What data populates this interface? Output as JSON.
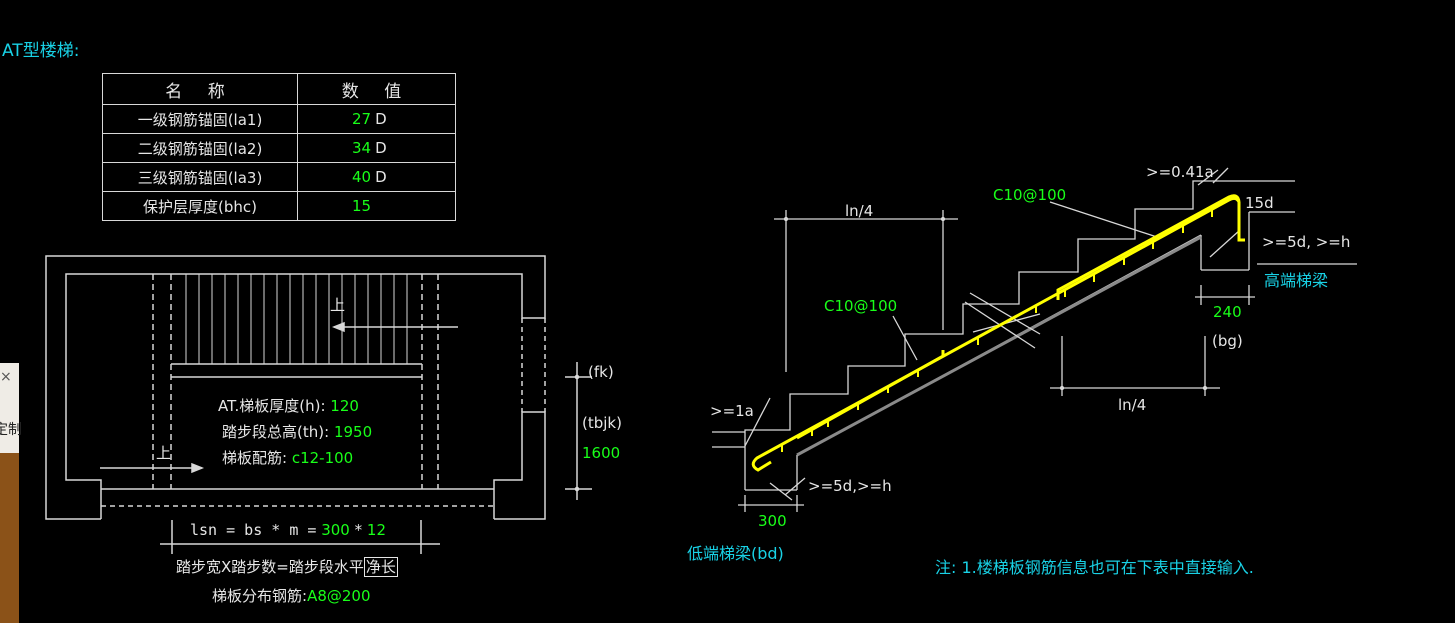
{
  "title": "AT型楼梯:",
  "table": {
    "header": [
      "名 称",
      "数 值"
    ],
    "rows": [
      {
        "name": "一级钢筋锚固(la1)",
        "value": "27",
        "unit": "D"
      },
      {
        "name": "二级钢筋锚固(la2)",
        "value": "34",
        "unit": "D"
      },
      {
        "name": "三级钢筋锚固(la3)",
        "value": "40",
        "unit": "D"
      },
      {
        "name": "保护层厚度(bhc)",
        "value": "15",
        "unit": ""
      }
    ]
  },
  "plan": {
    "up1": "上",
    "up2": "上",
    "thickness_label": "AT.梯板厚度(h):",
    "thickness_value": "120",
    "height_label": "踏步段总高(th):",
    "height_value": "1950",
    "rebar_label": "梯板配筋:",
    "rebar_value": "c12-100",
    "fk": "(fk)",
    "tbjk": "(tbjk)",
    "width_value": "1600",
    "lsn_label": "lsn = bs * m =",
    "bs_value": "300",
    "times": "*",
    "m_value": "12",
    "formula_text": "踏步宽X踏步数=踏步段水平",
    "formula_boxed": "净长",
    "dist_label": "梯板分布钢筋:",
    "dist_value": "A8@200"
  },
  "section": {
    "ln4_top": "ln/4",
    "ln4_bottom": "ln/4",
    "c10_top": "C10@100",
    "c10_mid": "C10@100",
    "la_top": ">=0.41a",
    "d15": "15d",
    "hook_high": ">=5d, >=h",
    "high_beam": "高端梯梁",
    "w240": "240",
    "bg": "(bg)",
    "la_low": ">=1a",
    "hook_low": ">=5d,>=h",
    "w300": "300",
    "low_beam": "低端梯梁(bd)"
  },
  "note": "注: 1.楼梯板钢筋信息也可在下表中直接输入.",
  "side_panel": {
    "close": "×",
    "text": "定制"
  },
  "colors": {
    "background": "#000000",
    "line": "#d8d8d8",
    "value": "#19ff19",
    "caption": "#19d2e6",
    "rebar": "#ffff00"
  }
}
